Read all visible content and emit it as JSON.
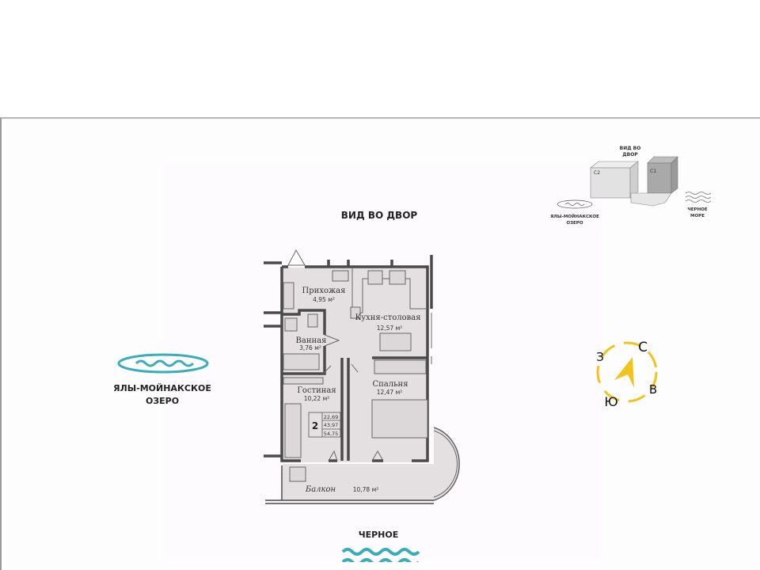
{
  "view_label": "ВИД ВО ДВОР",
  "lake": {
    "line1": "ЯЛЫ-МОЙНАКСКОЕ",
    "line2": "ОЗЕРО"
  },
  "sea": {
    "line1": "ЧЕРНОЕ"
  },
  "minimap": {
    "view_line1": "ВИД ВО",
    "view_line2": "ДВОР",
    "building_c2": "С2",
    "building_c1": "С1",
    "lake_line1": "ЯЛЫ-МОЙНАКСКОЕ",
    "lake_line2": "ОЗЕРО",
    "sea_line1": "ЧЕРНОЕ",
    "sea_line2": "МОРЕ"
  },
  "compass": {
    "north": "С",
    "east": "В",
    "south": "Ю",
    "west": "З"
  },
  "rooms": {
    "hall": {
      "name": "Прихожая",
      "area": "4,95 м²"
    },
    "kitchen": {
      "name": "Кухня-столовая",
      "area": "12,57 м²"
    },
    "bath": {
      "name": "Ванная",
      "area": "3,76 м²"
    },
    "living": {
      "name": "Гостиная",
      "area": "10,22 м²"
    },
    "bedroom": {
      "name": "Спальня",
      "area": "12,47 м²"
    },
    "balcony": {
      "name": "Балкон",
      "area": "10,78 м²"
    }
  },
  "apartment": {
    "rooms": "2",
    "living_area": "22,69",
    "total_area": "43,97",
    "total_with_balcony": "54,75"
  },
  "colors": {
    "teal": "#3aaeb8",
    "yellow": "#f2c31b",
    "floor": "#e4e0e2",
    "wall": "#4a4a4a"
  }
}
